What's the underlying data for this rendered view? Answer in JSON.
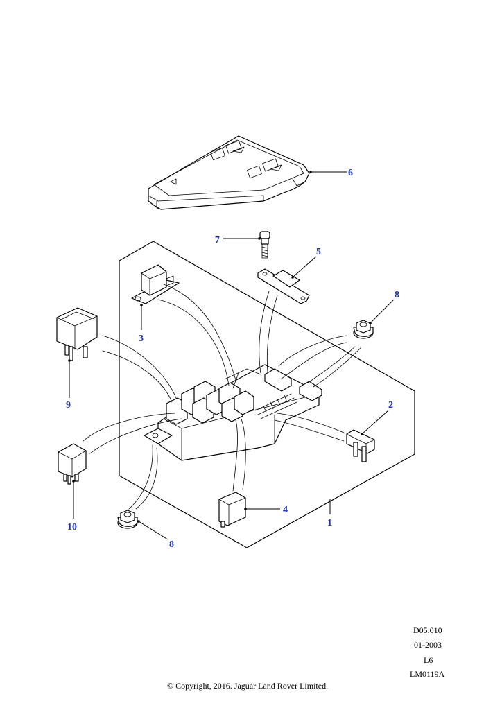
{
  "callouts": [
    {
      "id": "1",
      "label": "1"
    },
    {
      "id": "2",
      "label": "2"
    },
    {
      "id": "3",
      "label": "3"
    },
    {
      "id": "4",
      "label": "4"
    },
    {
      "id": "5",
      "label": "5"
    },
    {
      "id": "6",
      "label": "6"
    },
    {
      "id": "7",
      "label": "7"
    },
    {
      "id": "8a",
      "label": "8"
    },
    {
      "id": "8b",
      "label": "8"
    },
    {
      "id": "9",
      "label": "9"
    },
    {
      "id": "10",
      "label": "10"
    }
  ],
  "meta": {
    "ref": "D05.010",
    "date": "01-2003",
    "variant": "L6",
    "illustration": "LM0119A"
  },
  "copyright": "© Copyright, 2016. Jaguar Land Rover Limited.",
  "colors": {
    "callout": "#1a34b8",
    "line": "#000000"
  }
}
